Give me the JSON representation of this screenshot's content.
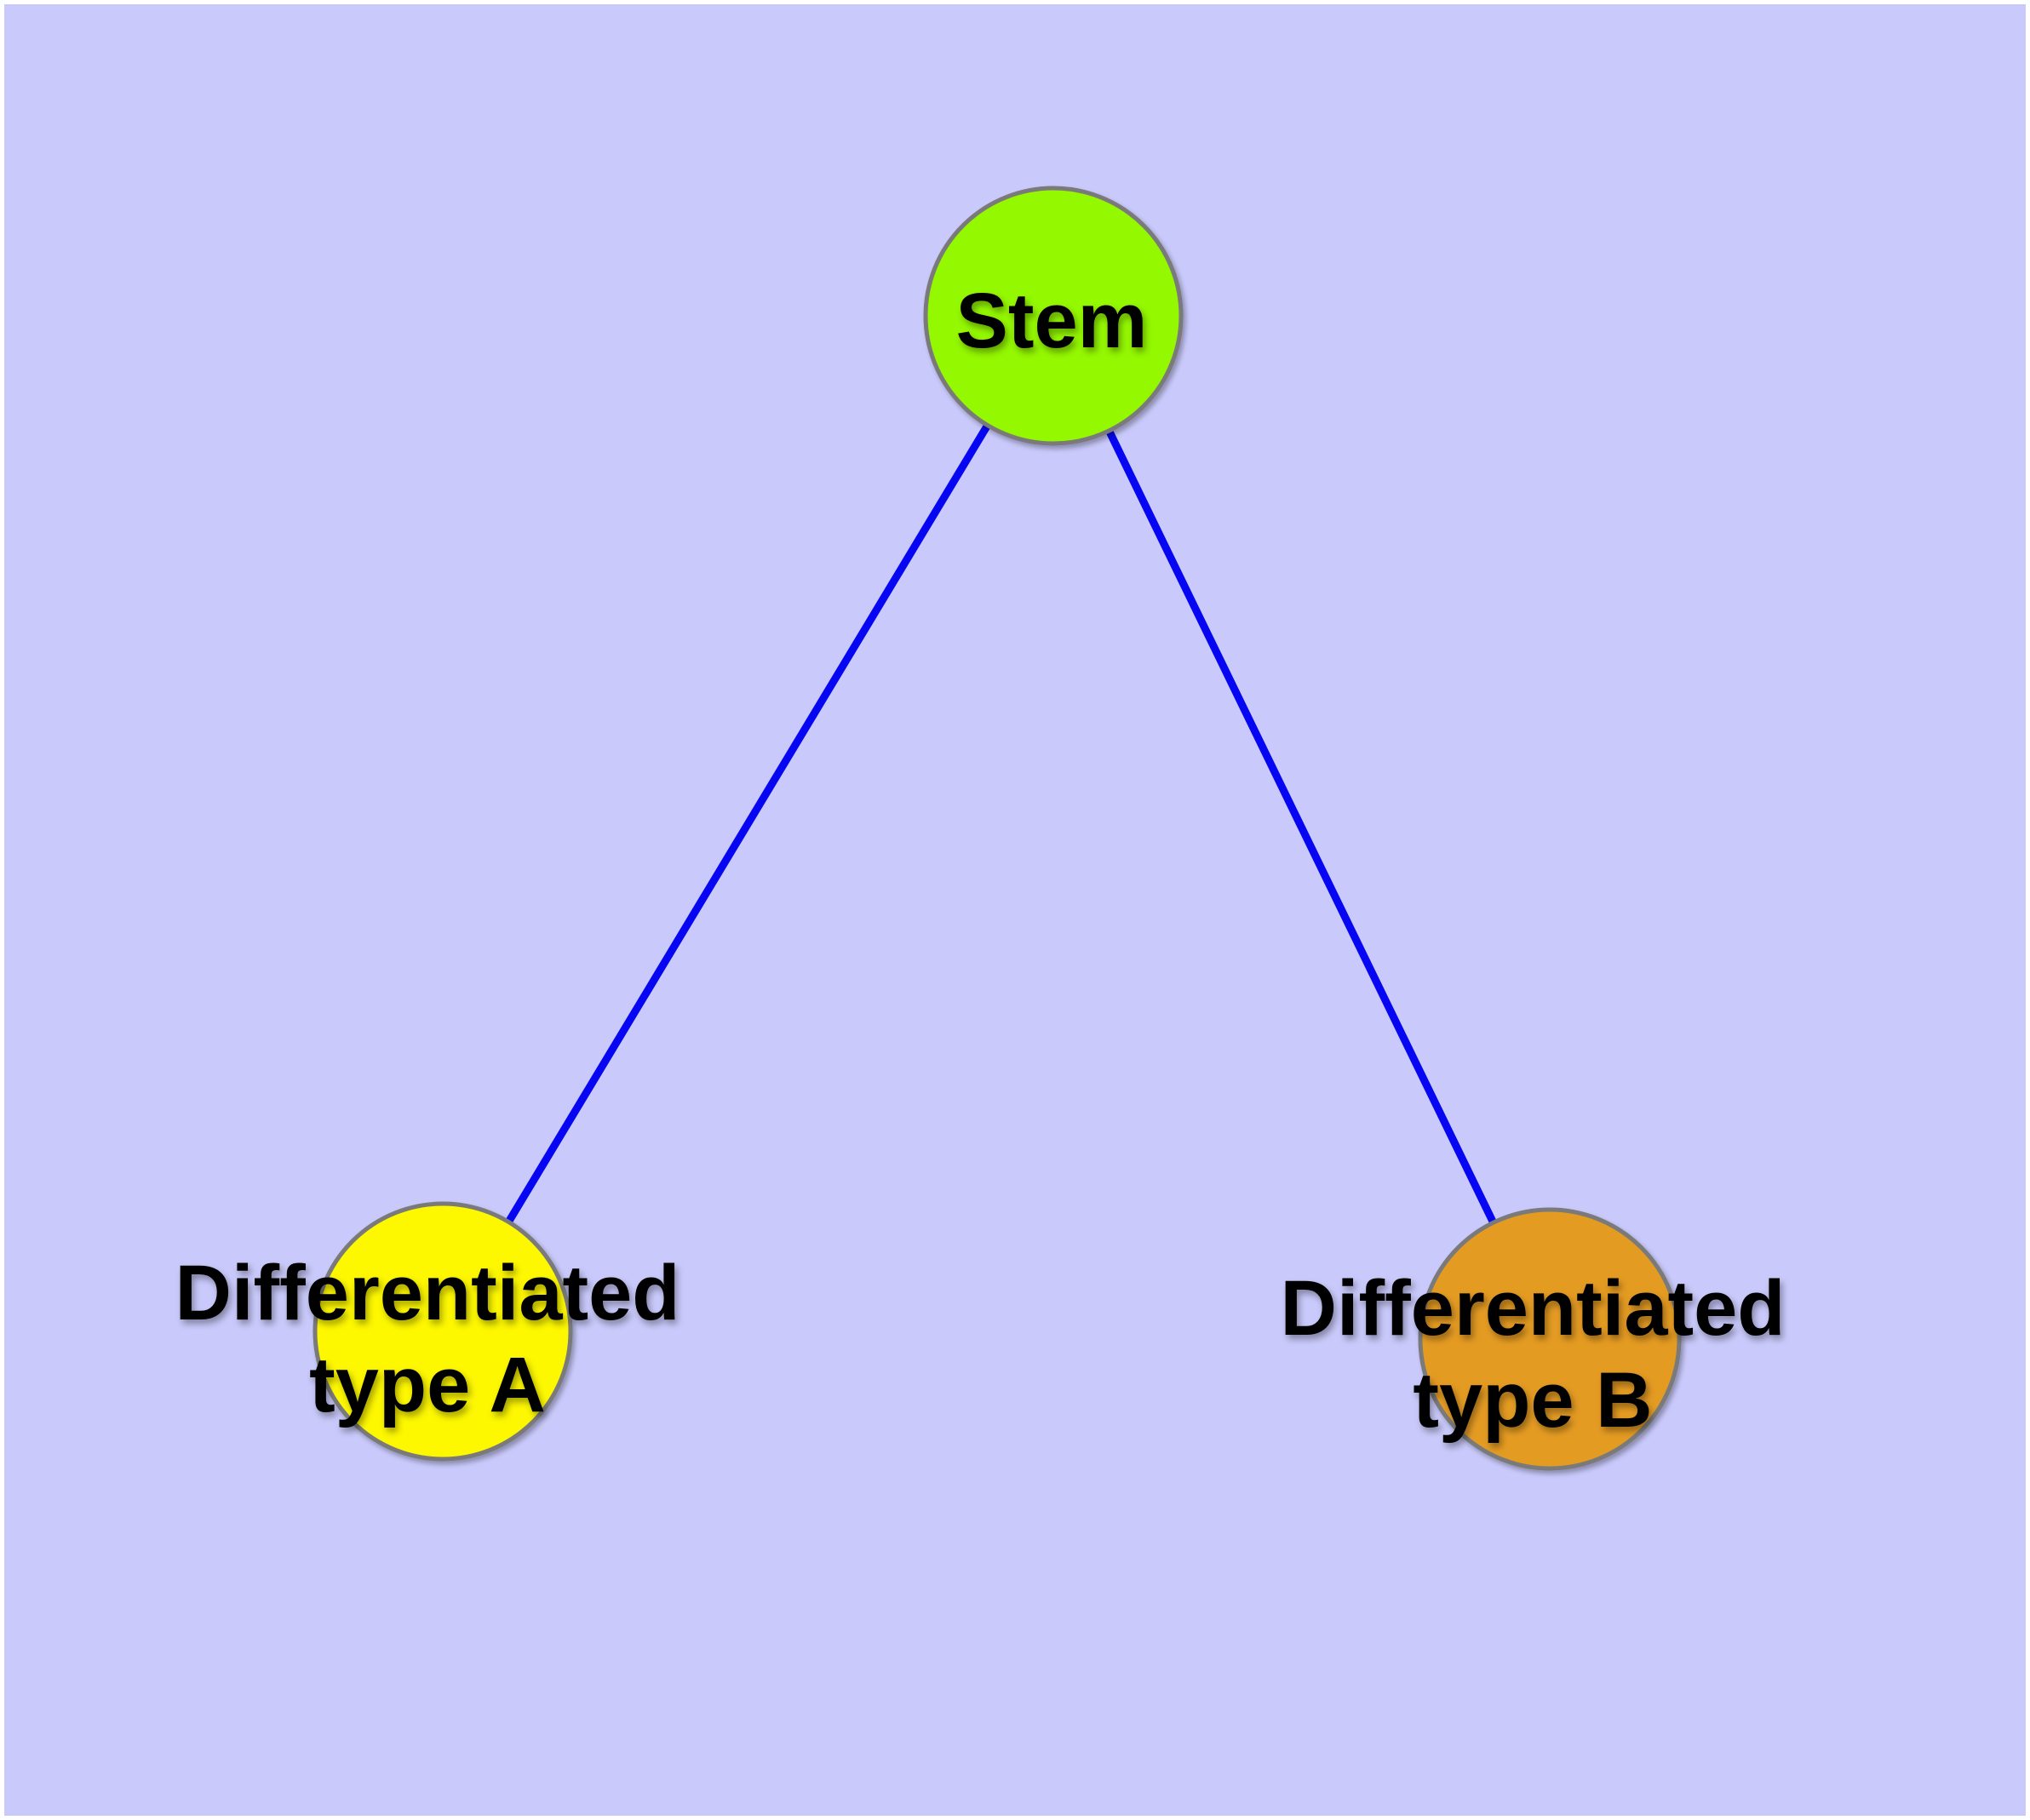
{
  "diagram": {
    "kind": "node-link-graph",
    "background_color": "#c9c9fb",
    "frame_color": "#ffffff",
    "edge_color": "#0606f2",
    "node_border_color": "#7a7a7a",
    "text_color": "#000000",
    "nodes": {
      "stem": {
        "id": "stem",
        "label": "Stem",
        "fill": "#94f800"
      },
      "type_a": {
        "id": "type_a",
        "label_line1": "Differentiated",
        "label_line2": "type A",
        "fill": "#fdf700"
      },
      "type_b": {
        "id": "type_b",
        "label_line1": "Differentiated",
        "label_line2": "type B",
        "fill": "#e49b23"
      }
    },
    "edges": [
      {
        "from": "Stem",
        "to": "Differentiated type A"
      },
      {
        "from": "Stem",
        "to": "Differentiated type B"
      }
    ]
  }
}
